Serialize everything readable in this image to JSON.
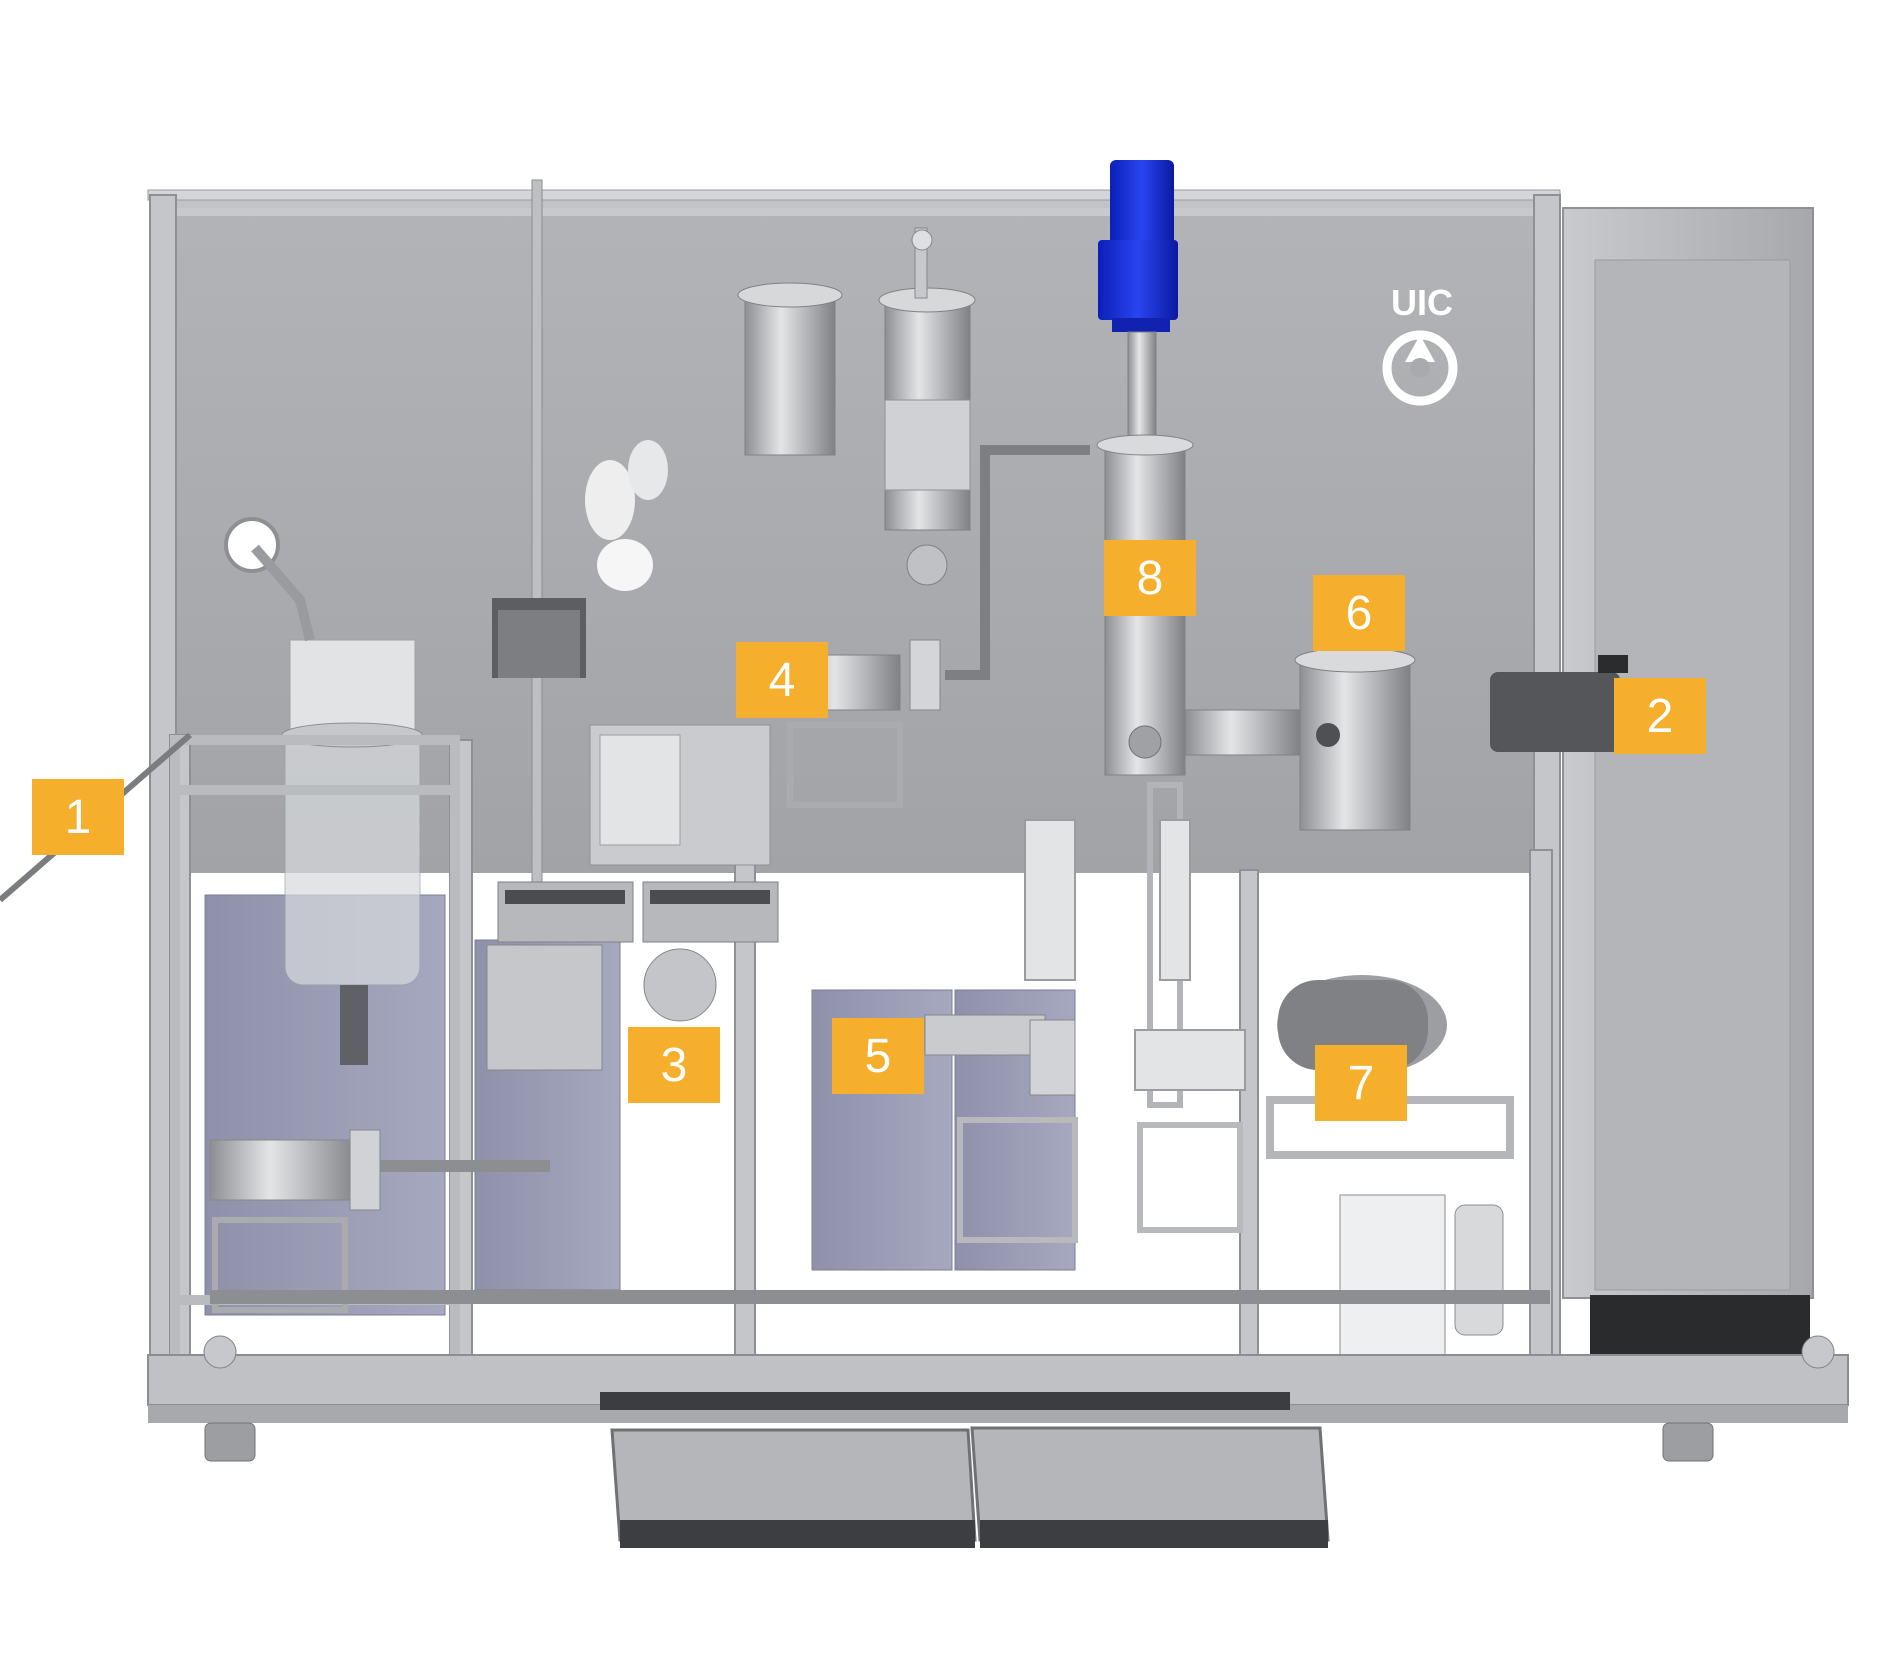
{
  "brand": {
    "name": "UIC"
  },
  "colors": {
    "callout": "#f6ae2d",
    "panel": "#a9aaad",
    "frame": "#c4c6c9",
    "motor": "#1a2fd6",
    "purple_module": "#9d9fb8"
  },
  "callouts": [
    {
      "label": "1"
    },
    {
      "label": "2"
    },
    {
      "label": "3"
    },
    {
      "label": "4"
    },
    {
      "label": "5"
    },
    {
      "label": "6"
    },
    {
      "label": "7"
    },
    {
      "label": "8"
    }
  ]
}
